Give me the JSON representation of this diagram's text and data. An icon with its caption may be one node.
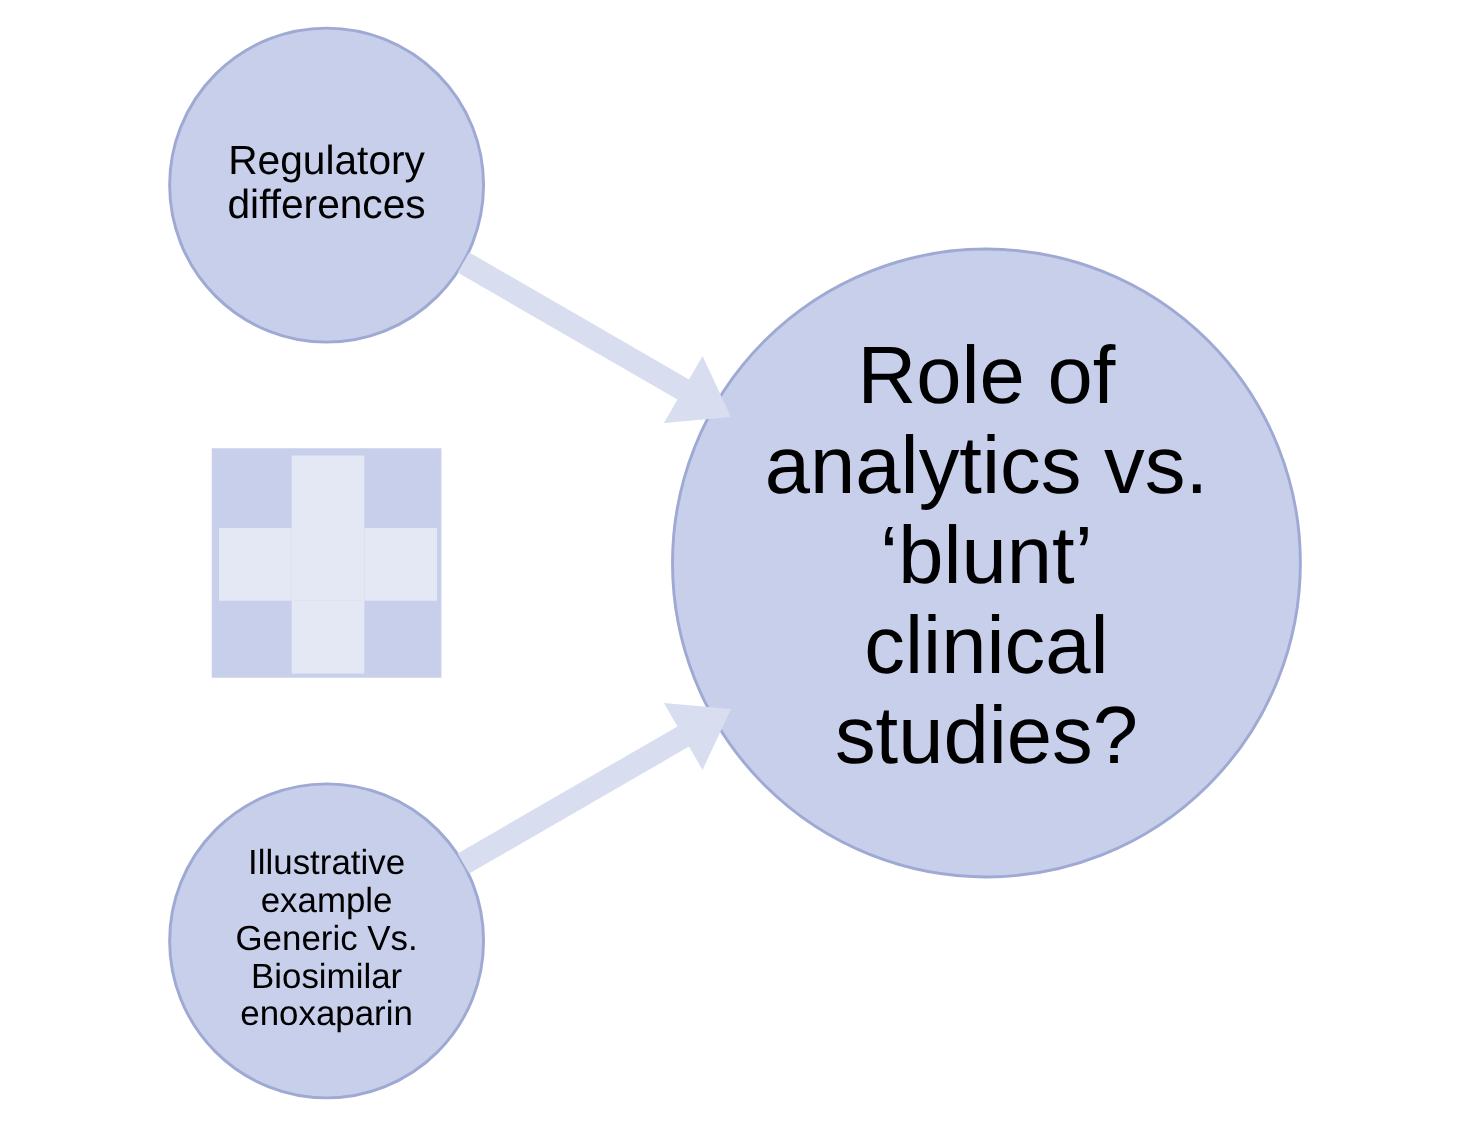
{
  "diagram": {
    "nodes": [
      {
        "text": [
          "Regulatory differences"
        ]
      },
      {
        "text": [],
        "shape": "cross"
      },
      {
        "text": [
          "Illustrative example Generic Vs. Biosimilar enoxaparin"
        ]
      },
      {
        "text": [
          "Role of analytics vs. ‘blunt’ clinical studies?"
        ]
      }
    ],
    "edges": [
      {
        "from": 0,
        "to": 3,
        "arrow": "to"
      },
      {
        "from": 2,
        "to": 3,
        "arrow": "to"
      }
    ]
  }
}
